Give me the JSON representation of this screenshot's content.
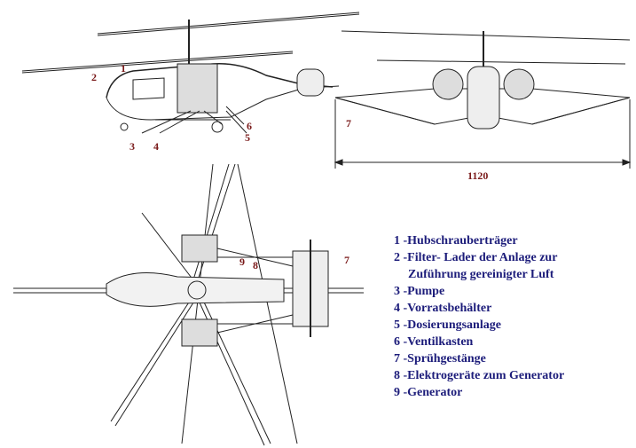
{
  "legend": [
    {
      "text": "1 -Hubschrauberträger"
    },
    {
      "text": "2 -Filter- Lader der Anlage zur",
      "cont": "Zuführung gereinigter Luft"
    },
    {
      "text": "3 -Pumpe"
    },
    {
      "text": "4 -Vorratsbehälter"
    },
    {
      "text": "5 -Dosierungsanlage"
    },
    {
      "text": "6 -Ventilkasten"
    },
    {
      "text": "7 -Sprühgestänge"
    },
    {
      "text": "8 -Elektrogeräte zum Generator"
    },
    {
      "text": "9 -Generator"
    }
  ],
  "callouts": {
    "side": [
      "1",
      "2",
      "3",
      "4",
      "5",
      "6"
    ],
    "front": "7",
    "top": [
      "7",
      "8",
      "9"
    ]
  },
  "dimension": "1120"
}
